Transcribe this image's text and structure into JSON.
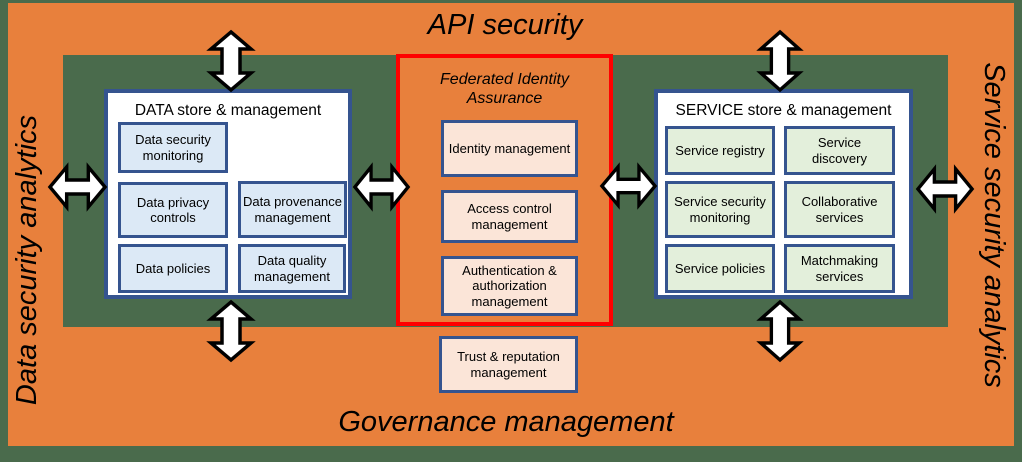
{
  "colors": {
    "orange": "#E8803C",
    "green": "#4A6B4C",
    "red_border": "#FF0000",
    "blue_border": "#35548F",
    "light_blue": "#DCE9F6",
    "light_green": "#E3EFDB",
    "peach": "#FBE5D8"
  },
  "frame": {
    "top_label": "API security",
    "bottom_label": "Governance management",
    "left_label": "Data security analytics",
    "right_label": "Service security analytics"
  },
  "data_box": {
    "title": "DATA store & management",
    "items": [
      {
        "label": "Data security monitoring"
      },
      {
        "label": "Data privacy controls"
      },
      {
        "label": "Data provenance management"
      },
      {
        "label": "Data policies"
      },
      {
        "label": "Data quality management"
      }
    ]
  },
  "federated_box": {
    "title": "Federated Identity Assurance",
    "items": [
      {
        "label": "Identity management"
      },
      {
        "label": "Access control management"
      },
      {
        "label": "Authentication & authorization management"
      }
    ]
  },
  "trust_box": {
    "label": "Trust & reputation management"
  },
  "service_box": {
    "title": "SERVICE store & management",
    "items": [
      {
        "label": "Service registry"
      },
      {
        "label": "Service discovery"
      },
      {
        "label": "Service security monitoring"
      },
      {
        "label": "Collaborative services"
      },
      {
        "label": "Service policies"
      },
      {
        "label": "Matchmaking services"
      }
    ]
  },
  "arrows": [
    {
      "name": "data-api-link",
      "orientation": "vertical"
    },
    {
      "name": "service-api-link",
      "orientation": "vertical"
    },
    {
      "name": "data-governance-link",
      "orientation": "vertical"
    },
    {
      "name": "service-governance-link",
      "orientation": "vertical"
    },
    {
      "name": "analytics-data-link",
      "orientation": "horizontal"
    },
    {
      "name": "data-federated-link",
      "orientation": "horizontal"
    },
    {
      "name": "federated-service-link",
      "orientation": "horizontal"
    },
    {
      "name": "service-analytics-link",
      "orientation": "horizontal"
    }
  ]
}
